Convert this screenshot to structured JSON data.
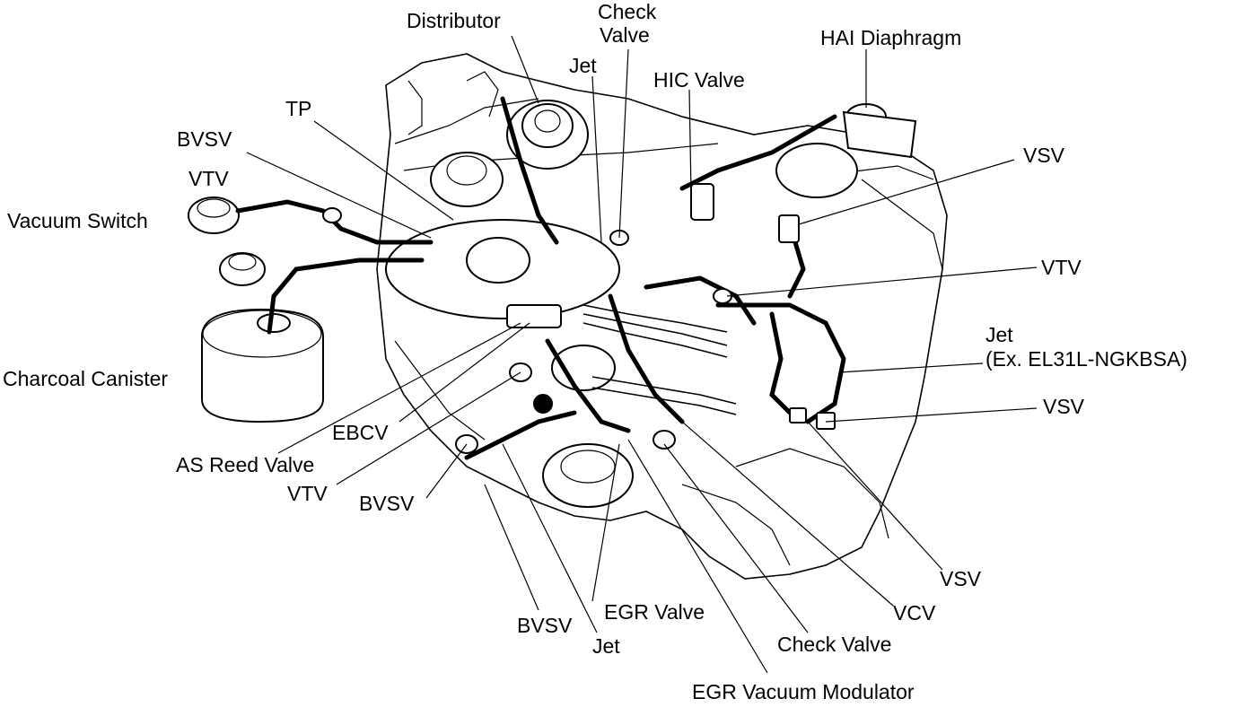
{
  "labels": {
    "distributor": "Distributor",
    "check_valve_top_1": "Check",
    "check_valve_top_2": "Valve",
    "jet_top": "Jet",
    "hic_valve": "HIC Valve",
    "hai_diaphragm": "HAI Diaphragm",
    "tp": "TP",
    "bvsv_top": "BVSV",
    "vtv_left": "VTV",
    "vacuum_switch": "Vacuum Switch",
    "vsv_top_right": "VSV",
    "vtv_right": "VTV",
    "jet_right_1": "Jet",
    "jet_right_2": "(Ex. EL31L-NGKBSA)",
    "vsv_mid_right": "VSV",
    "charcoal_canister": "Charcoal Canister",
    "ebcv": "EBCV",
    "as_reed_valve": "AS Reed Valve",
    "vtv_bottom": "VTV",
    "bvsv_mid": "BVSV",
    "vsv_bottom_right": "VSV",
    "vcv": "VCV",
    "egr_valve": "EGR Valve",
    "check_valve_bottom": "Check Valve",
    "bvsv_bottom": "BVSV",
    "jet_bottom": "Jet",
    "egr_vacuum_modulator": "EGR Vacuum Modulator"
  }
}
